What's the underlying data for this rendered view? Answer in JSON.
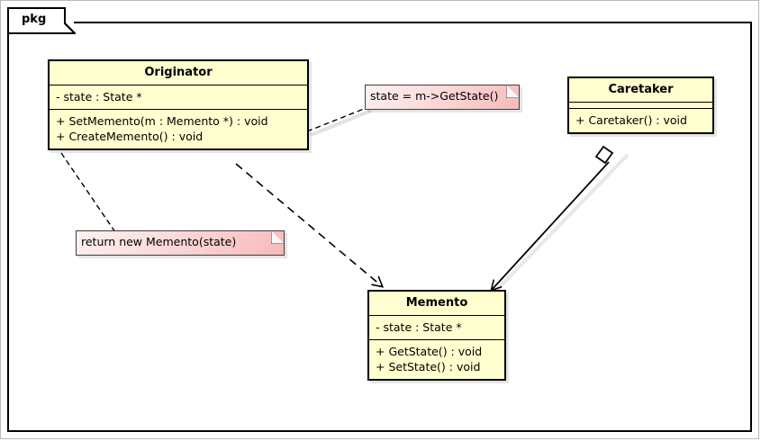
{
  "diagram": {
    "kind": "uml-class-diagram",
    "pattern": "Memento",
    "package_label": "pkg",
    "colors": {
      "class_fill": "#FEFECE",
      "class_border": "#000000",
      "note_fill_light": "#FDF2F2",
      "note_fill_dark": "#F7B9B9",
      "note_border": "#3D3D3D",
      "frame_border": "#000000",
      "edge_color": "#000000",
      "shadow": "#C8C8C8"
    }
  },
  "classes": [
    {
      "id": "originator",
      "name": "Originator",
      "attributes": [
        "- state : State *"
      ],
      "operations": [
        "+ SetMemento(m : Memento *) : void",
        "+ CreateMemento() : void"
      ]
    },
    {
      "id": "caretaker",
      "name": "Caretaker",
      "attributes": [],
      "operations": [
        "+ Caretaker() : void"
      ]
    },
    {
      "id": "memento",
      "name": "Memento",
      "attributes": [
        "- state : State *"
      ],
      "operations": [
        "+ GetState() : void",
        "+ SetState() : void"
      ]
    }
  ],
  "notes": [
    {
      "id": "note-get-state",
      "text": "state = m->GetState()",
      "attached_to": "originator.SetMemento"
    },
    {
      "id": "note-return-memento",
      "text": "return new Memento(state)",
      "attached_to": "originator.CreateMemento"
    }
  ],
  "relations": [
    {
      "id": "originator-memento",
      "from": "Originator",
      "to": "Memento",
      "type": "dependency",
      "line": "dashed",
      "arrowhead": "open"
    },
    {
      "id": "caretaker-memento",
      "from": "Caretaker",
      "to": "Memento",
      "type": "aggregation",
      "line": "solid",
      "arrowhead": "open",
      "source_decoration": "hollow-diamond"
    }
  ]
}
